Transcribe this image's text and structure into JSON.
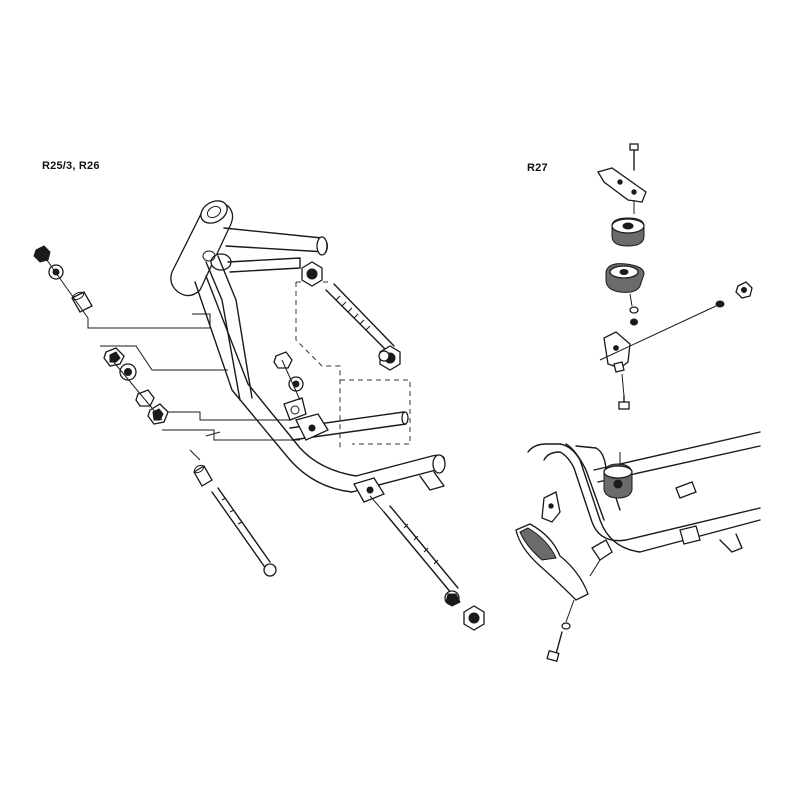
{
  "diagram": {
    "groups": [
      {
        "id": "left-assembly",
        "label": "R25/3, R26"
      },
      {
        "id": "right-assembly",
        "label": "R27"
      }
    ]
  }
}
